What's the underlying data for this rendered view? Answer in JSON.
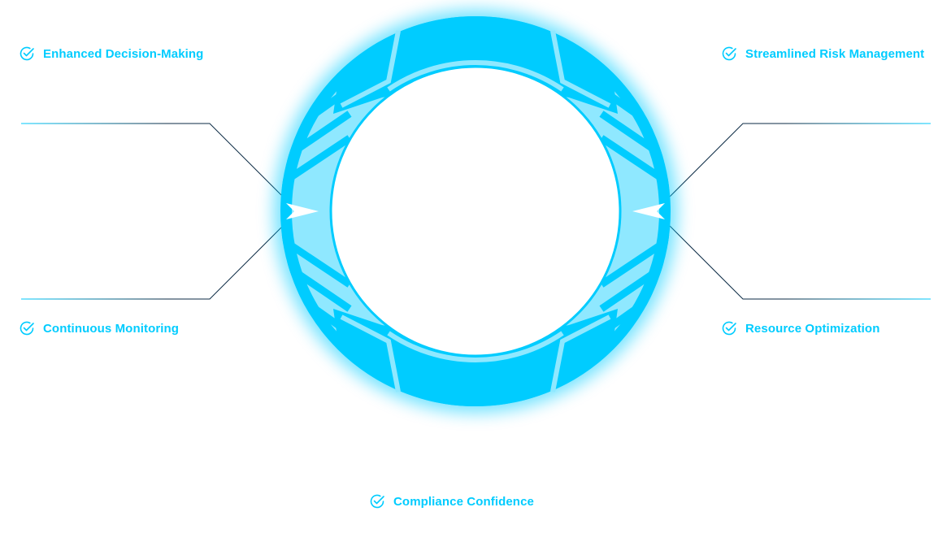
{
  "colors": {
    "accent": "#00ccff",
    "ring_light": "#8fe8ff",
    "line_dark": "#0b2a44"
  },
  "icon": "check-circle-icon",
  "benefits": {
    "top_left": "Enhanced Decision-Making",
    "top_right": "Streamlined Risk Management",
    "bottom_left": "Continuous Monitoring",
    "bottom_right": "Resource Optimization",
    "bottom_center": "Compliance Confidence"
  }
}
